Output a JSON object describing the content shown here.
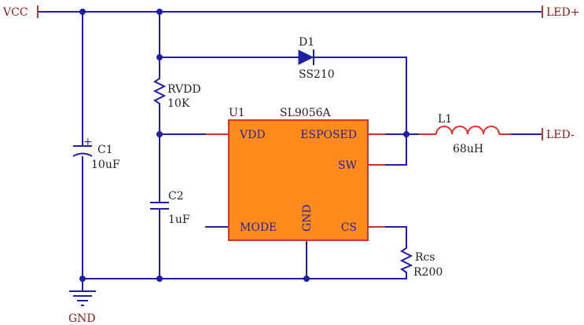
{
  "nets": {
    "vcc": "VCC",
    "gnd": "GND",
    "led_plus": "LED+",
    "led_minus": "LED-"
  },
  "ic": {
    "ref": "U1",
    "part": "SL9056A",
    "pins": {
      "vdd": "VDD",
      "esposed": "ESPOSED",
      "sw": "SW",
      "mode": "MODE",
      "cs": "CS",
      "gnd": "GND"
    }
  },
  "components": {
    "c1": {
      "ref": "C1",
      "value": "10uF",
      "polarity": "+"
    },
    "c2": {
      "ref": "C2",
      "value": "1uF"
    },
    "rvdd": {
      "ref": "RVDD",
      "value": "10K"
    },
    "d1": {
      "ref": "D1",
      "value": "SS210"
    },
    "l1": {
      "ref": "L1",
      "value": "68uH"
    },
    "rcs": {
      "ref": "Rcs",
      "value": "R200"
    }
  },
  "colors": {
    "wire": "#1f1fa3",
    "ic_body": "#ff8c1a",
    "ic_border": "#e0312a",
    "pin_accent": "#c0392b",
    "net_label": "#8b1a1a"
  }
}
